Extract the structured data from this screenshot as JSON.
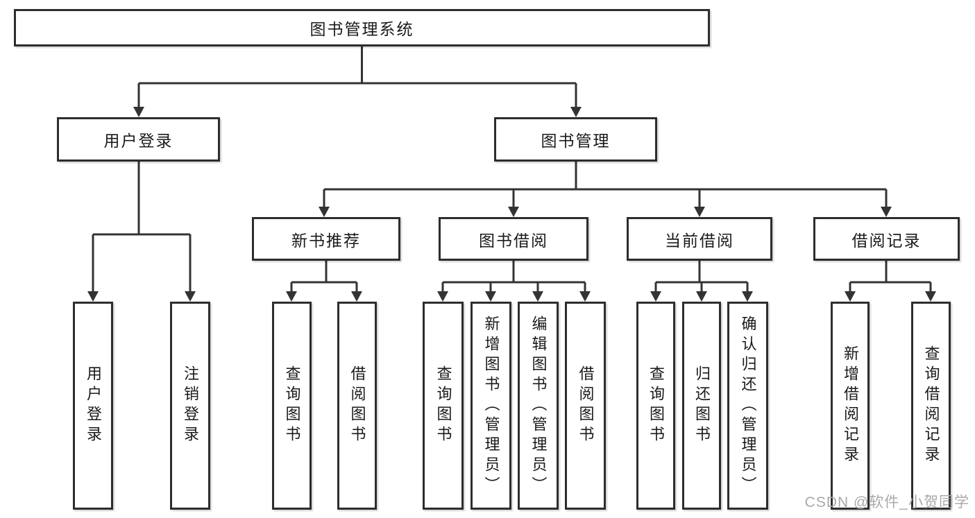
{
  "tree": {
    "root": {
      "label": "图书管理系统"
    },
    "user_login": {
      "label": "用户登录",
      "children": [
        {
          "label": "用户登录"
        },
        {
          "label": "注销登录"
        }
      ]
    },
    "book_management": {
      "label": "图书管理",
      "children": [
        {
          "label": "新书推荐",
          "children": [
            {
              "label": "查询图书"
            },
            {
              "label": "借阅图书"
            }
          ]
        },
        {
          "label": "图书借阅",
          "children": [
            {
              "label": "查询图书"
            },
            {
              "label": "新增图书（管理员）"
            },
            {
              "label": "编辑图书（管理员）"
            },
            {
              "label": "借阅图书"
            }
          ]
        },
        {
          "label": "当前借阅",
          "children": [
            {
              "label": "查询图书"
            },
            {
              "label": "归还图书"
            },
            {
              "label": "确认归还（管理员）"
            }
          ]
        },
        {
          "label": "借阅记录",
          "children": [
            {
              "label": "新增借阅记录"
            },
            {
              "label": "查询借阅记录"
            }
          ]
        }
      ]
    }
  },
  "watermark": {
    "text": "CSDN @软件_小贺同学"
  },
  "colors": {
    "background": "#ffffff",
    "line": "#333333",
    "box_border": "#2d2d2d",
    "text": "#1a1a1a",
    "watermark": "#a9a9a9"
  }
}
